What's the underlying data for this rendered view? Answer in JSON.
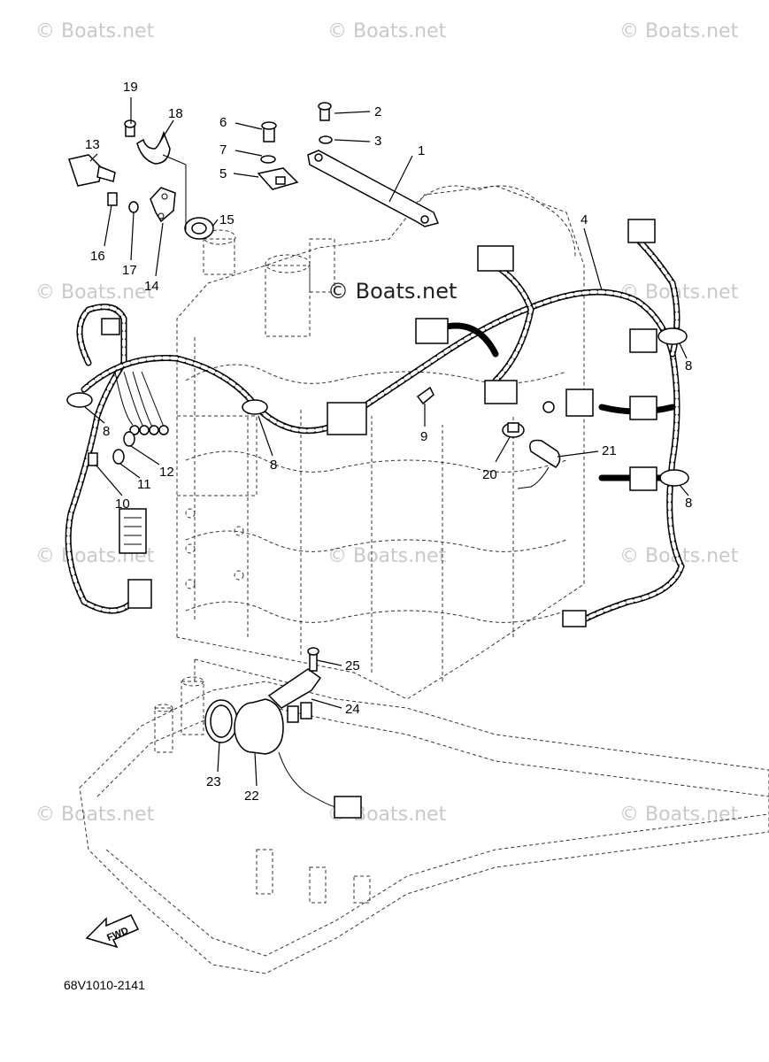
{
  "watermark": "© Boats.net",
  "diagram_code": "68V1010-2141",
  "fwd_label": "FWD",
  "callouts": [
    "1",
    "2",
    "3",
    "4",
    "5",
    "6",
    "7",
    "8",
    "9",
    "10",
    "11",
    "12",
    "13",
    "14",
    "15",
    "16",
    "17",
    "18",
    "19",
    "20",
    "21",
    "22",
    "23",
    "24",
    "25"
  ],
  "callout_8_repeats": [
    "8",
    "8",
    "8",
    "8"
  ]
}
